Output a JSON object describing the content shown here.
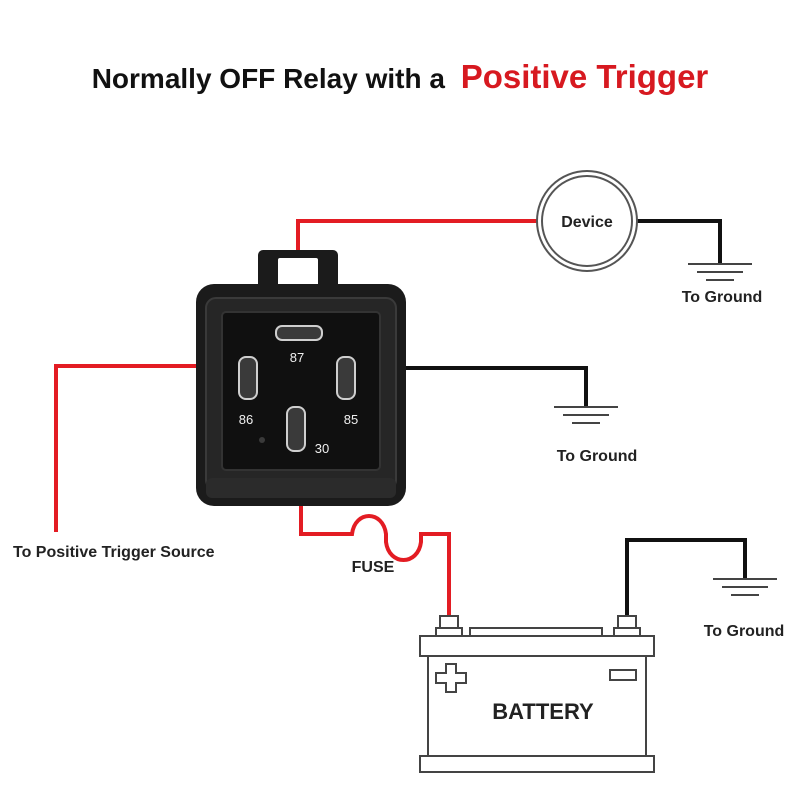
{
  "title": {
    "prefix": "Normally OFF Relay with a",
    "highlight": "Positive Trigger"
  },
  "relay": {
    "pins": {
      "p87": "87",
      "p86": "86",
      "p85": "85",
      "p30": "30"
    }
  },
  "device_label": "Device",
  "ground_label_device": "To Ground",
  "ground_label_relay": "To Ground",
  "ground_label_battery": "To Ground",
  "trigger_label": "To Positive Trigger Source",
  "fuse_label": "FUSE",
  "battery_label": "BATTERY",
  "colors": {
    "wire_positive": "#e31c23",
    "wire_ground": "#111111",
    "title_highlight": "#d71920",
    "relay_body": "#1b1b1b"
  },
  "icons": [
    "ground-symbol-icon",
    "plus-icon",
    "minus-icon",
    "fuse-icon"
  ]
}
